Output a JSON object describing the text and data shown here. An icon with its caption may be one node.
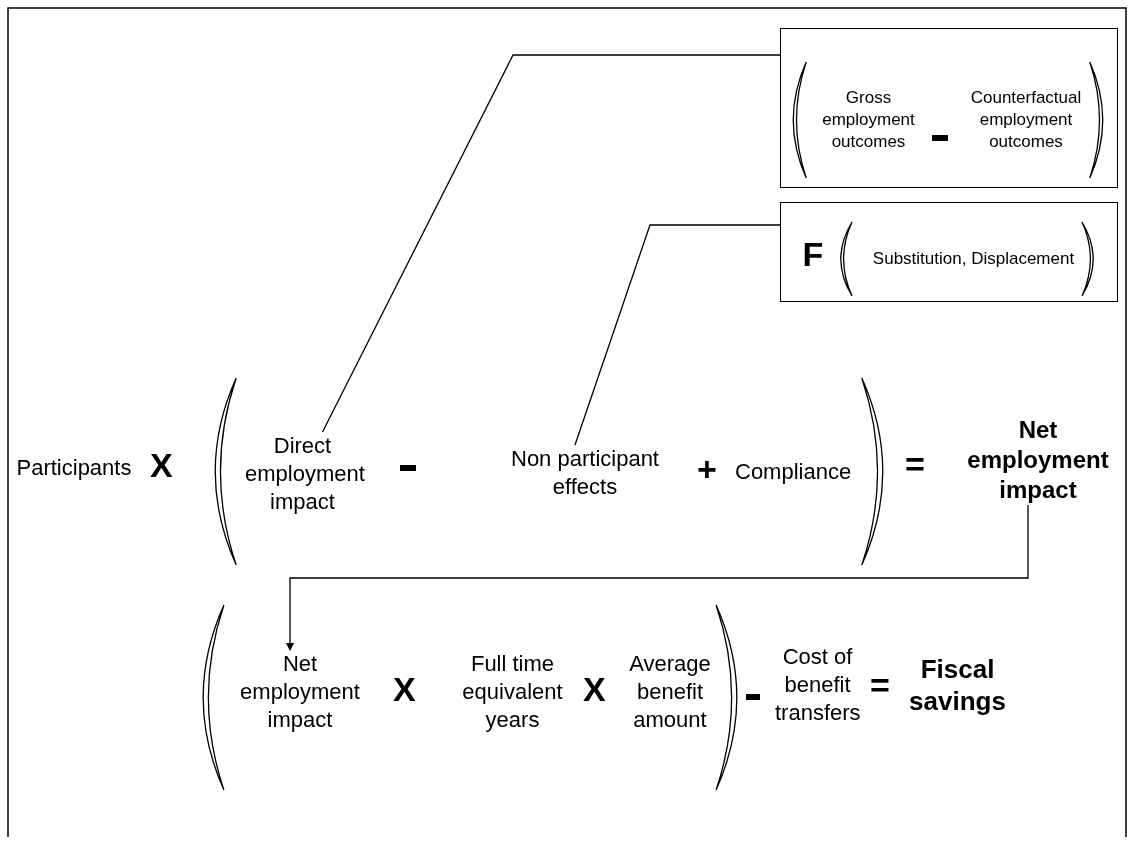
{
  "diagram": {
    "nodes": [
      {
        "text": [
          "Gross employment outcomes",
          "Counterfactual employment outcomes"
        ]
      },
      {
        "text": [
          "F",
          "Substitution, Displacement"
        ]
      },
      {
        "text": [
          "Participants"
        ]
      },
      {
        "text": [
          "Direct employment impact"
        ]
      },
      {
        "text": [
          "Non participant effects"
        ]
      },
      {
        "text": [
          "Compliance"
        ]
      },
      {
        "text": [
          "Net employment impact"
        ]
      },
      {
        "text": [
          "Net employment impact"
        ]
      },
      {
        "text": [
          "Full time equivalent years"
        ]
      },
      {
        "text": [
          "Average benefit amount"
        ]
      },
      {
        "text": [
          "Cost of benefit transfers"
        ]
      },
      {
        "text": [
          "Fiscal savings"
        ]
      }
    ],
    "edges": [
      {
        "from": 3,
        "to": 0,
        "arrow": "none"
      },
      {
        "from": 4,
        "to": 1,
        "arrow": "none"
      },
      {
        "from": 6,
        "to": 7,
        "arrow": "to"
      }
    ],
    "labels": [
      "X",
      "+",
      "=",
      "X",
      "X",
      "="
    ]
  }
}
